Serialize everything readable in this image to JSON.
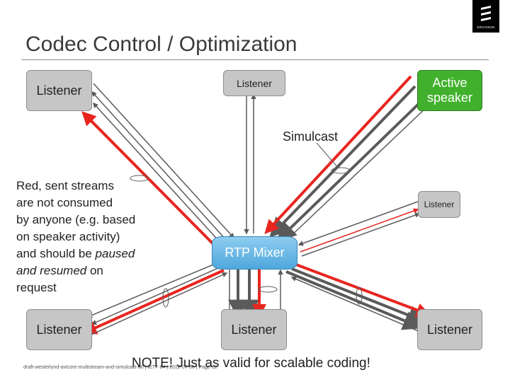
{
  "slide": {
    "title": "Codec Control / Optimization",
    "logo_text": "ERICSSON"
  },
  "nodes": {
    "listener_top_left": "Listener",
    "listener_top_mid": "Listener",
    "active_speaker": "Active speaker",
    "listener_right_mid": "Listener",
    "listener_bottom_left": "Listener",
    "listener_bottom_mid": "Listener",
    "listener_bottom_right": "Listener",
    "mixer": "RTP Mixer"
  },
  "labels": {
    "simulcast": "Simulcast",
    "red_note_parts": [
      "Red, sent streams\nare not consumed\nby anyone (e.g. based\non speaker activity)\nand should be ",
      "paused",
      "\n",
      "and resumed",
      " on\nrequest"
    ],
    "bottom_note": "NOTE! Just as valid for scalable coding!",
    "footer": "draft-westerlund-avtcore-multistream-and-simulcast-00 | IETF 84 | 2012-07-30 | Page 12"
  },
  "colors": {
    "red_stream": "#e8251f",
    "gray_stream": "#5a5a5a",
    "speaker": "#41b12d",
    "mixer": "#4fa7dc"
  }
}
